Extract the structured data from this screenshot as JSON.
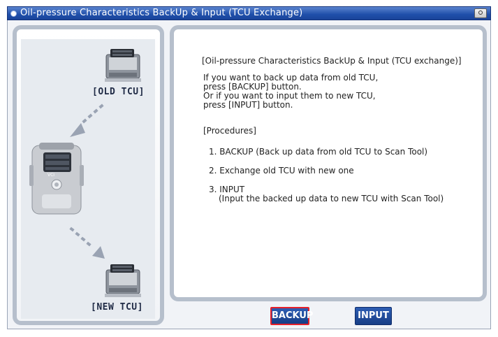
{
  "window": {
    "title": "Oil-pressure Characteristics BackUp & Input (TCU Exchange)"
  },
  "left": {
    "old_tcu_label": "[OLD TCU]",
    "new_tcu_label": "[NEW TCU]",
    "device_brand": "VCI"
  },
  "info": {
    "heading": "[Oil-pressure Characteristics BackUp & Input (TCU  exchange)]",
    "intro": [
      "If you want to back up data from old TCU,",
      "press [BACKUP] button.",
      "Or if you want to input them to new TCU,",
      "press [INPUT] button."
    ],
    "procedures_title": "[Procedures]",
    "steps": [
      "1. BACKUP (Back up data from old TCU to Scan Tool)",
      "2. Exchange old TCU with new one",
      "3. INPUT"
    ],
    "step3_detail": "(Input the backed up data to new TCU with Scan Tool)"
  },
  "buttons": {
    "backup": "BACKUP",
    "input": "INPUT"
  },
  "colors": {
    "title_bar": "#1f4fa9",
    "button": "#1f4a9c",
    "selected_border": "#e5202a",
    "panel_border": "#b6bfcc"
  },
  "icons": [
    "camera-icon",
    "tcu-module-icon",
    "scan-tool-icon",
    "arrow-down-left-icon",
    "arrow-down-right-icon"
  ]
}
